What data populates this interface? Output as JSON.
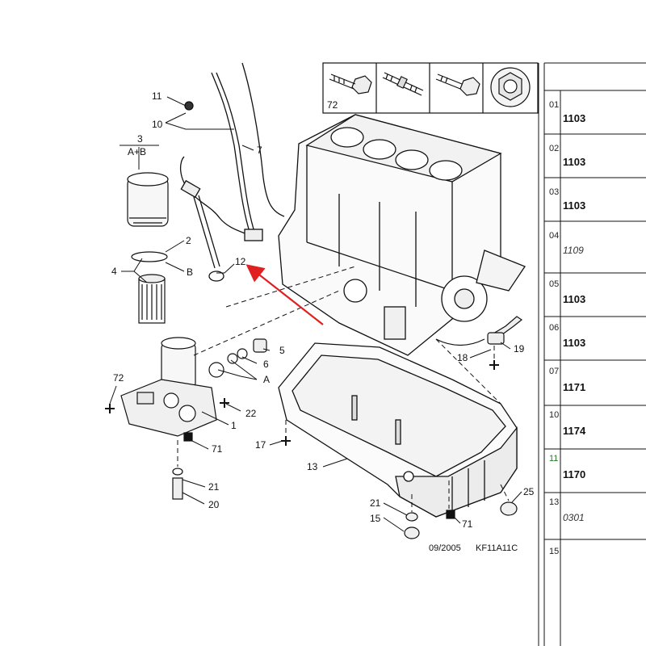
{
  "callouts": {
    "c11": "11",
    "c10": "10",
    "c3": "3",
    "cAB": "A+B",
    "c7": "7",
    "c2": "2",
    "c4": "4",
    "cB": "B",
    "c12": "12",
    "c5": "5",
    "c6": "6",
    "cA": "A",
    "c72a": "72",
    "c72b": "72",
    "c22": "22",
    "c1": "1",
    "c71a": "71",
    "c21a": "21",
    "c20": "20",
    "c18": "18",
    "c19": "19",
    "c17": "17",
    "c13": "13",
    "c21b": "21",
    "c15": "15",
    "c71b": "71",
    "c25": "25"
  },
  "reference_table": [
    {
      "num": "01",
      "code": "1103"
    },
    {
      "num": "02",
      "code": "1103"
    },
    {
      "num": "03",
      "code": "1103"
    },
    {
      "num": "04",
      "code": "1109"
    },
    {
      "num": "05",
      "code": "1103"
    },
    {
      "num": "06",
      "code": "1103"
    },
    {
      "num": "07",
      "code": "1171"
    },
    {
      "num": "10",
      "code": "1174"
    },
    {
      "num": "11",
      "code": "1170"
    },
    {
      "num": "13",
      "code": "0301"
    },
    {
      "num": "15",
      "code": ""
    }
  ],
  "footer": {
    "date": "09/2005",
    "ref": "KF11A11C"
  },
  "colors": {
    "line": "#111111",
    "arrow": "#e02020"
  }
}
